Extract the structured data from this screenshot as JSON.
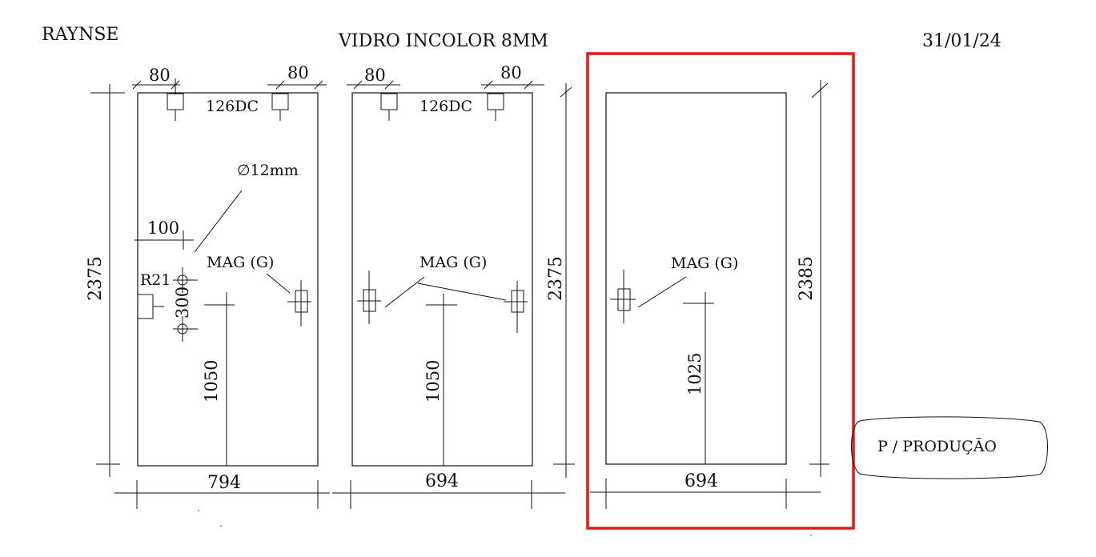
{
  "header": {
    "client": "RAYNSE",
    "material": "VIDRO INCOLOR 8MM",
    "date": "31/01/24"
  },
  "panel_1": {
    "width": "794",
    "height": "2375",
    "hinge_offset_left": "80",
    "hinge_offset_right": "80",
    "hinge_code": "126DC",
    "hole_diameter": "∅12mm",
    "hole_offset": "100",
    "radius": "R21",
    "hole_spacing": "300",
    "handle_height": "1050",
    "magnet_label": "MAG (G)"
  },
  "panel_2": {
    "width": "694",
    "height": "2375",
    "hinge_offset_left": "80",
    "hinge_offset_right": "80",
    "hinge_code": "126DC",
    "handle_height": "1050",
    "magnet_label": "MAG (G)"
  },
  "panel_3": {
    "width": "694",
    "height": "2385",
    "handle_height": "1025",
    "magnet_label": "MAG (G)"
  },
  "stamp": {
    "label": "P / PRODUÇÃO"
  },
  "colors": {
    "highlight": "#e01b1b",
    "ink": "#111111"
  }
}
